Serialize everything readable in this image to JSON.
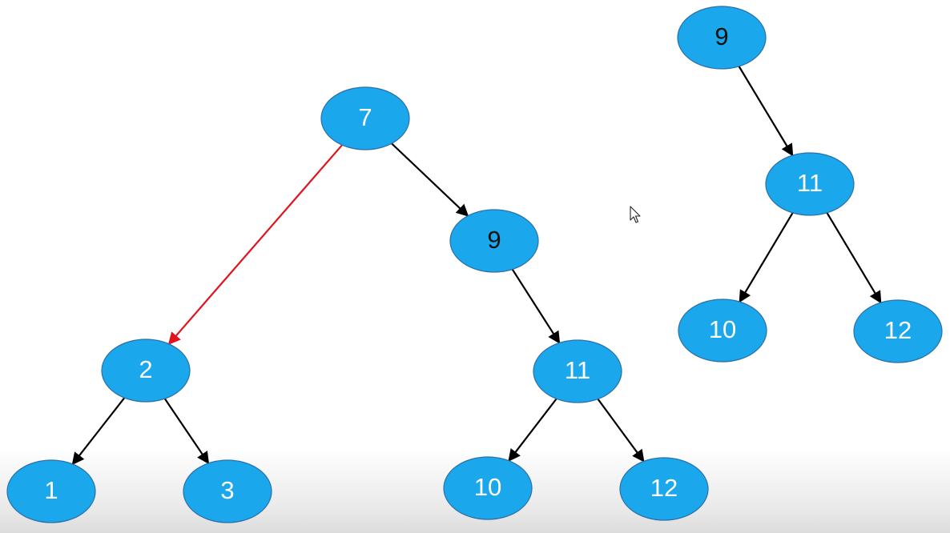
{
  "colors": {
    "node_fill": "#1aa7ec",
    "label_light": "#ffffff",
    "label_dark": "#111111",
    "edge_default": "#000000",
    "edge_highlight": "#e0141e"
  },
  "trees": [
    {
      "nodes": [
        {
          "id": "a7",
          "label": "7",
          "dark": false
        },
        {
          "id": "a2",
          "label": "2",
          "dark": false
        },
        {
          "id": "a9",
          "label": "9",
          "dark": true
        },
        {
          "id": "a1",
          "label": "1",
          "dark": false
        },
        {
          "id": "a3",
          "label": "3",
          "dark": false
        },
        {
          "id": "a11",
          "label": "11",
          "dark": false
        },
        {
          "id": "a10",
          "label": "10",
          "dark": false
        },
        {
          "id": "a12",
          "label": "12",
          "dark": false
        }
      ],
      "edges": [
        {
          "from": "a7",
          "to": "a2",
          "highlight": true
        },
        {
          "from": "a7",
          "to": "a9",
          "highlight": false
        },
        {
          "from": "a2",
          "to": "a1",
          "highlight": false
        },
        {
          "from": "a2",
          "to": "a3",
          "highlight": false
        },
        {
          "from": "a9",
          "to": "a11",
          "highlight": false
        },
        {
          "from": "a11",
          "to": "a10",
          "highlight": false
        },
        {
          "from": "a11",
          "to": "a12",
          "highlight": false
        }
      ]
    },
    {
      "nodes": [
        {
          "id": "b9",
          "label": "9",
          "dark": true
        },
        {
          "id": "b11",
          "label": "11",
          "dark": false
        },
        {
          "id": "b10",
          "label": "10",
          "dark": false
        },
        {
          "id": "b12",
          "label": "12",
          "dark": false
        }
      ],
      "edges": [
        {
          "from": "b9",
          "to": "b11",
          "highlight": false
        },
        {
          "from": "b11",
          "to": "b10",
          "highlight": false
        },
        {
          "from": "b11",
          "to": "b12",
          "highlight": false
        }
      ]
    }
  ],
  "cursor": {
    "icon": "mouse-pointer-icon"
  }
}
